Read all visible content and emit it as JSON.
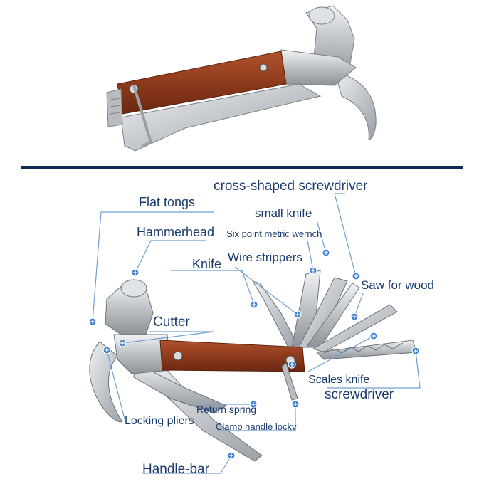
{
  "colors": {
    "divider": "#0f2a52",
    "label_text": "#1a3a6e",
    "leader": "#6fa0d0",
    "marker": "#3b7fd0",
    "wood": "#8b3a1e",
    "steel": "#c9ccd0"
  },
  "labels": {
    "cross_screwdriver": "cross-shaped screwdriver",
    "flat_tongs": "Flat tongs",
    "small_knife": "small knife",
    "hammerhead": "Hammerhead",
    "six_point_wrench": "Six point metric  wernch",
    "wire_strippers": "Wire strippers",
    "knife": "Knife",
    "saw_for_wood": "Saw for wood",
    "cutter": "Cutter",
    "scales_knife": "Scales knife",
    "screwdriver": "screwdriver",
    "return_spring": "Return spring",
    "locking_pliers": "Locking pliers",
    "clamp_handle_lock": "Clamp handle lockv",
    "handle_bar": "Handle-bar"
  }
}
